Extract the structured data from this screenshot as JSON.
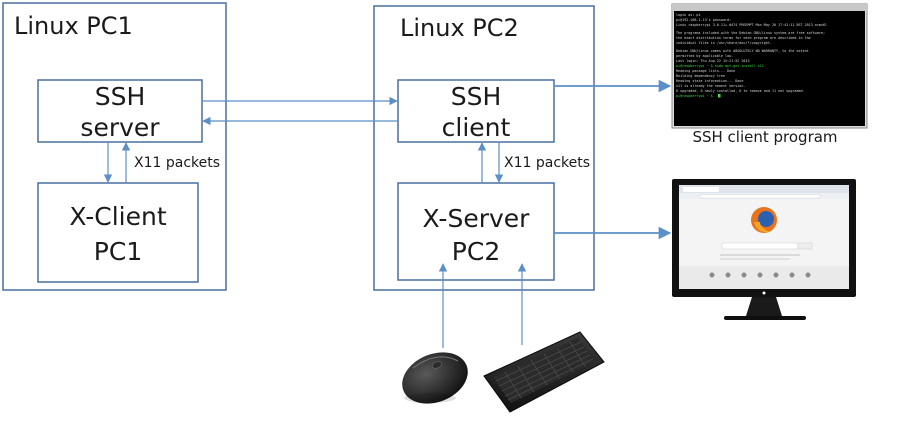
{
  "containers": {
    "pc1": {
      "title": "Linux PC1"
    },
    "pc2": {
      "title": "Linux PC2"
    }
  },
  "nodes": {
    "ssh_server": {
      "line1": "SSH",
      "line2": "server"
    },
    "x_client": {
      "line1": "X-Client",
      "line2": "PC1"
    },
    "ssh_client": {
      "line1": "SSH",
      "line2": "client"
    },
    "x_server": {
      "line1": "X-Server",
      "line2": "PC2"
    }
  },
  "edge_labels": {
    "x11_pc1": "X11 packets",
    "x11_pc2": "X11 packets"
  },
  "captions": {
    "terminal": "SSH client program"
  },
  "colors": {
    "border": "#4a6fa0",
    "arrow": "#5b8fc8",
    "text": "#1a1a1a"
  },
  "icons": {
    "terminal": "terminal-window-icon",
    "monitor": "monitor-browser-icon",
    "mouse": "mouse-icon",
    "keyboard": "keyboard-icon"
  }
}
